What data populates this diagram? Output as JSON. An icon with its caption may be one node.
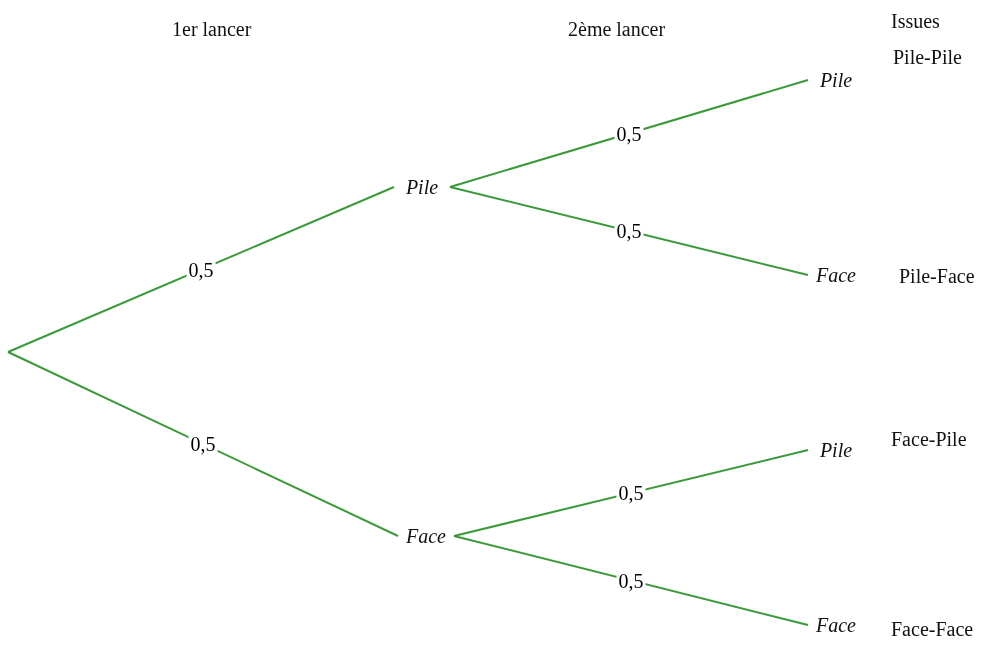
{
  "diagram": {
    "nodes": [
      {
        "text": [
          "Pile"
        ]
      },
      {
        "text": [
          "Face"
        ]
      },
      {
        "text": [
          "Pile"
        ],
        "beside": [
          "Pile-Pile"
        ]
      },
      {
        "text": [
          "Face"
        ],
        "beside": [
          "Pile-Face"
        ]
      },
      {
        "text": [
          "Pile"
        ],
        "beside": [
          "Face-Pile"
        ]
      },
      {
        "text": [
          "Face"
        ],
        "beside": [
          "Face-Face"
        ]
      }
    ],
    "edges": [
      {
        "from": null,
        "to": 0,
        "arrow": "none",
        "label": "0,5"
      },
      {
        "from": null,
        "to": 1,
        "arrow": "none",
        "label": "0,5"
      },
      {
        "from": 0,
        "to": 2,
        "arrow": "none",
        "label": "0,5"
      },
      {
        "from": 0,
        "to": 3,
        "arrow": "none",
        "label": "0,5"
      },
      {
        "from": 1,
        "to": 4,
        "arrow": "none",
        "label": "0,5"
      },
      {
        "from": 1,
        "to": 5,
        "arrow": "none",
        "label": "0,5"
      }
    ],
    "labels": [
      "1er lancer",
      "2ème lancer",
      "Issues"
    ]
  }
}
